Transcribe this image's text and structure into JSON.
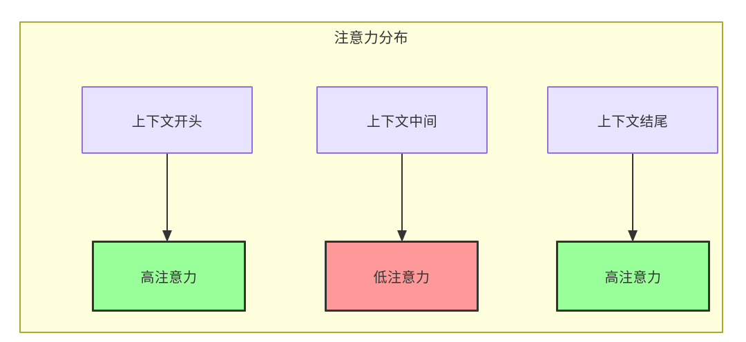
{
  "diagram": {
    "title": "注意力分布",
    "colors": {
      "container_fill": "#ffffde",
      "container_border": "#aaaa33",
      "context_fill": "#e8e4ff",
      "context_border": "#9370db",
      "high_attention_fill": "#99ff99",
      "low_attention_fill": "#ff9999",
      "node_border": "#333333",
      "edge": "#333333",
      "text": "#333333"
    },
    "context_nodes": [
      {
        "label": "上下文开头"
      },
      {
        "label": "上下文中间"
      },
      {
        "label": "上下文结尾"
      }
    ],
    "attention_nodes": [
      {
        "label": "高注意力",
        "level": "high"
      },
      {
        "label": "低注意力",
        "level": "low"
      },
      {
        "label": "高注意力",
        "level": "high"
      }
    ],
    "edges": [
      {
        "from": "上下文开头",
        "to": "高注意力"
      },
      {
        "from": "上下文中间",
        "to": "低注意力"
      },
      {
        "from": "上下文结尾",
        "to": "高注意力"
      }
    ]
  }
}
